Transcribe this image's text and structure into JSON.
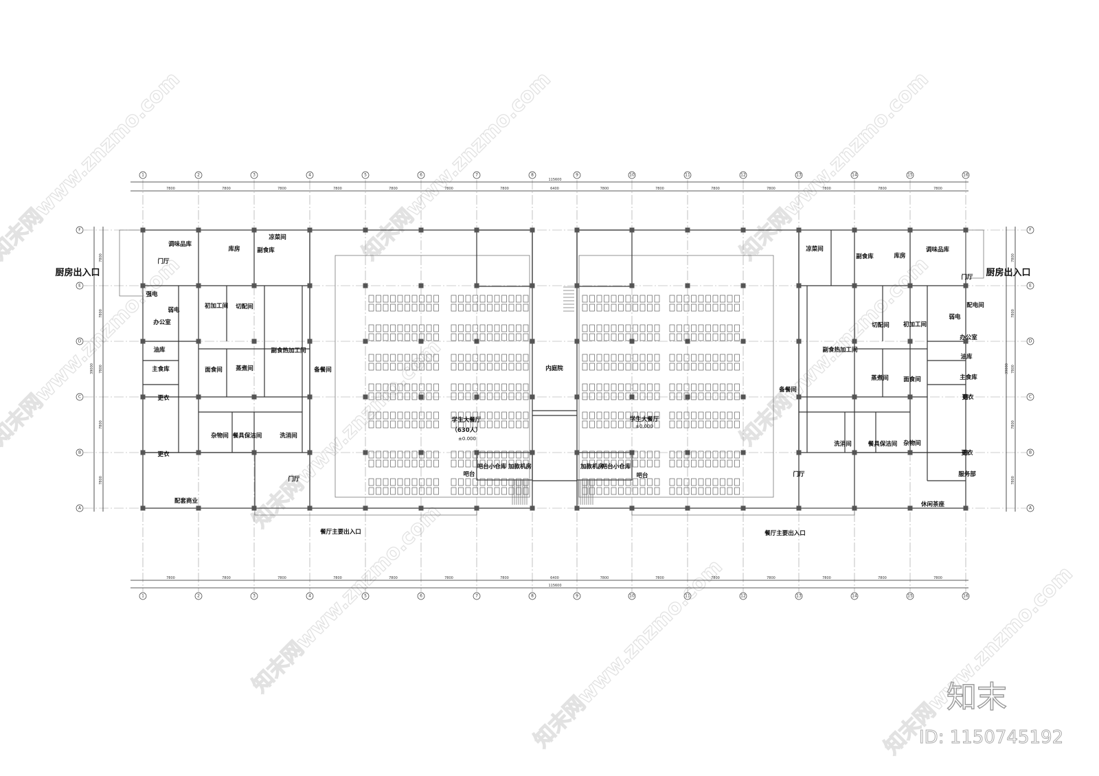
{
  "title_total_dim": "115600",
  "axes_columns": [
    "1",
    "2",
    "3",
    "4",
    "5",
    "6",
    "7",
    "8",
    "9",
    "10",
    "11",
    "12",
    "13",
    "14",
    "15",
    "16"
  ],
  "axes_rows": [
    "F",
    "E",
    "D",
    "C",
    "B",
    "A"
  ],
  "column_spans": [
    "7800",
    "7800",
    "7800",
    "7800",
    "7800",
    "7800",
    "7800",
    "6400",
    "7800",
    "7800",
    "7800",
    "7800",
    "7800",
    "7800",
    "7800"
  ],
  "row_spans": [
    "7800",
    "7800",
    "7800",
    "7800",
    "7800"
  ],
  "row_total": "39000",
  "left_wing": {
    "entrance": "厨房出入口",
    "rooms": [
      "调味品库",
      "库房",
      "副食库",
      "凉菜间",
      "门厅",
      "强电",
      "弱电",
      "初加工间",
      "切配间",
      "办公室",
      "油库",
      "副食热加工间",
      "面食间",
      "蒸煮间",
      "主食库",
      "备餐间",
      "更衣",
      "杂物间",
      "餐具保洁间",
      "洗消间",
      "更衣",
      "门厅",
      "配套商业"
    ],
    "main_entrance": "餐厅主要出入口",
    "hall": "学生大餐厅",
    "capacity": "（630人）",
    "elevation": "±0.000",
    "bar": "吧台",
    "bar_store": "吧台小仓库",
    "pay_room": "加款机房"
  },
  "courtyard": "内庭院",
  "right_wing": {
    "entrance": "厨房出入口",
    "rooms": [
      "凉菜间",
      "副食库",
      "库房",
      "调味品库",
      "门厅",
      "配电间",
      "弱电",
      "切配间",
      "初加工间",
      "办公室",
      "副食热加工间",
      "油库",
      "蒸煮间",
      "面食间",
      "主食库",
      "备餐间",
      "更衣",
      "洗消间",
      "餐具保洁间",
      "杂物间",
      "更衣",
      "服务部",
      "门厅",
      "休闲茶座"
    ],
    "main_entrance": "餐厅主要出入口",
    "hall": "学生大餐厅",
    "elevation": "±0.000",
    "bar": "吧台",
    "bar_store": "吧台小仓库",
    "pay_room": "加款机房"
  },
  "watermark": "知末网www.znzmo.com",
  "logo": "知末",
  "id_label": "ID: 1150745192"
}
